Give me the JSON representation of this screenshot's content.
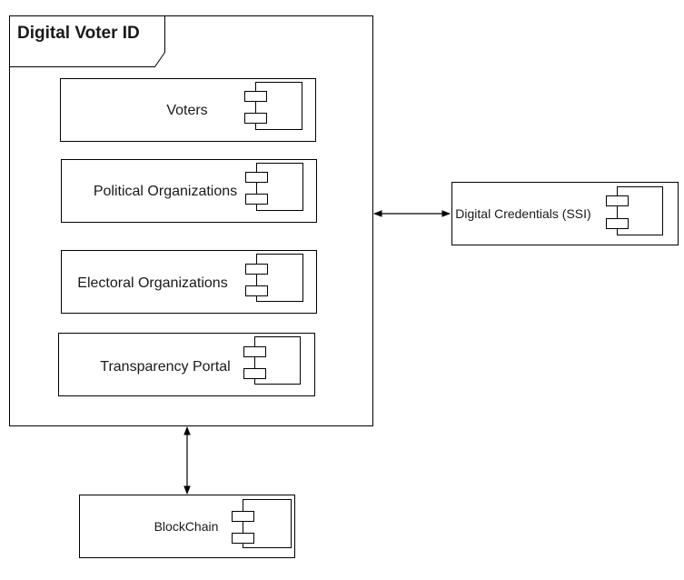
{
  "package": {
    "title": "Digital Voter ID"
  },
  "components": {
    "voters": "Voters",
    "political_organizations": "Political Organizations",
    "electoral_organizations": "Electoral Organizations",
    "transparency_portal": "Transparency Portal",
    "digital_credentials": "Digital Credentials (SSI)",
    "blockchain": "BlockChain"
  },
  "colors": {
    "stroke": "#000000",
    "fill": "#ffffff",
    "text": "#1a1a1a"
  }
}
